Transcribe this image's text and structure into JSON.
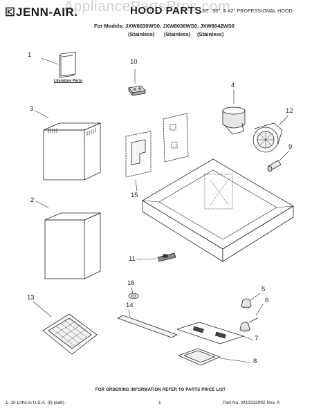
{
  "header": {
    "watermark": "AppliancePartsPros.com",
    "brand": "JENN-AIR.",
    "title": "HOOD PARTS",
    "subtitle": "30\", 36\", & 42\" PROFESSIONAL HOOD",
    "models_line": "For Models: JXW8030WS0, JXW8036WS0, JXW8042WS0",
    "variants": [
      "(Stainless)",
      "(Stainless)",
      "(Stainless)"
    ]
  },
  "diagram": {
    "literature_label": "Literature Parts",
    "callouts": [
      "1",
      "10",
      "3",
      "4",
      "12",
      "9",
      "15",
      "2",
      "11",
      "5",
      "16",
      "13",
      "14",
      "6",
      "7",
      "8"
    ]
  },
  "footer": {
    "ordering": "FOR ORDERING INFORMATION REFER TO PARTS PRICE LIST",
    "litho": "1–10 Litho in U.S.A. (ll) (eeb)",
    "page": "1",
    "part_no": "Part No. W10313092 Rev. A"
  }
}
